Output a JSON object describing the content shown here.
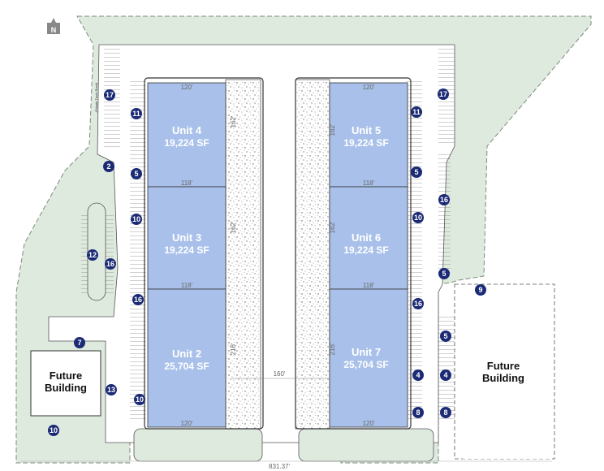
{
  "colors": {
    "unit_fill": "#a9c1ea",
    "green": "#dfeadf",
    "green_stroke": "#7c8a7c",
    "badge": "#1b2a75",
    "paving": "#ffffff"
  },
  "north_arrow": {
    "letter": "N",
    "icon": "north-arrow-icon"
  },
  "units": [
    {
      "name": "Unit 4",
      "area": "19,224 SF"
    },
    {
      "name": "Unit 3",
      "area": "19,224 SF"
    },
    {
      "name": "Unit 2",
      "area": "25,704 SF"
    },
    {
      "name": "Unit 5",
      "area": "19,224 SF"
    },
    {
      "name": "Unit 6",
      "area": "19,224 SF"
    },
    {
      "name": "Unit 7",
      "area": "25,704 SF"
    }
  ],
  "future_buildings": [
    {
      "line1": "Future",
      "line2": "Building"
    },
    {
      "line1": "Future",
      "line2": "Building"
    }
  ],
  "dimensions": {
    "left_top": "120'",
    "left_mid1": "118'",
    "left_mid2": "118'",
    "left_bottom": "120'",
    "right_top": "120'",
    "right_mid1": "118'",
    "right_mid2": "118'",
    "right_bottom": "120'",
    "left_depth_top": "162'",
    "left_depth_mid": "162'",
    "left_depth_bot": "216'",
    "right_depth_top": "162'",
    "right_depth_mid": "162'",
    "right_depth_bot": "216'",
    "gap": "160'",
    "frontage": "831.37'"
  },
  "street_label": "(Private Truck Road)",
  "parking_badges": [
    "17",
    "11",
    "2",
    "5",
    "10",
    "12",
    "16",
    "16",
    "7",
    "13",
    "10",
    "10",
    "17",
    "11",
    "5",
    "10",
    "16",
    "5",
    "9",
    "16",
    "5",
    "4",
    "4",
    "8",
    "8"
  ]
}
